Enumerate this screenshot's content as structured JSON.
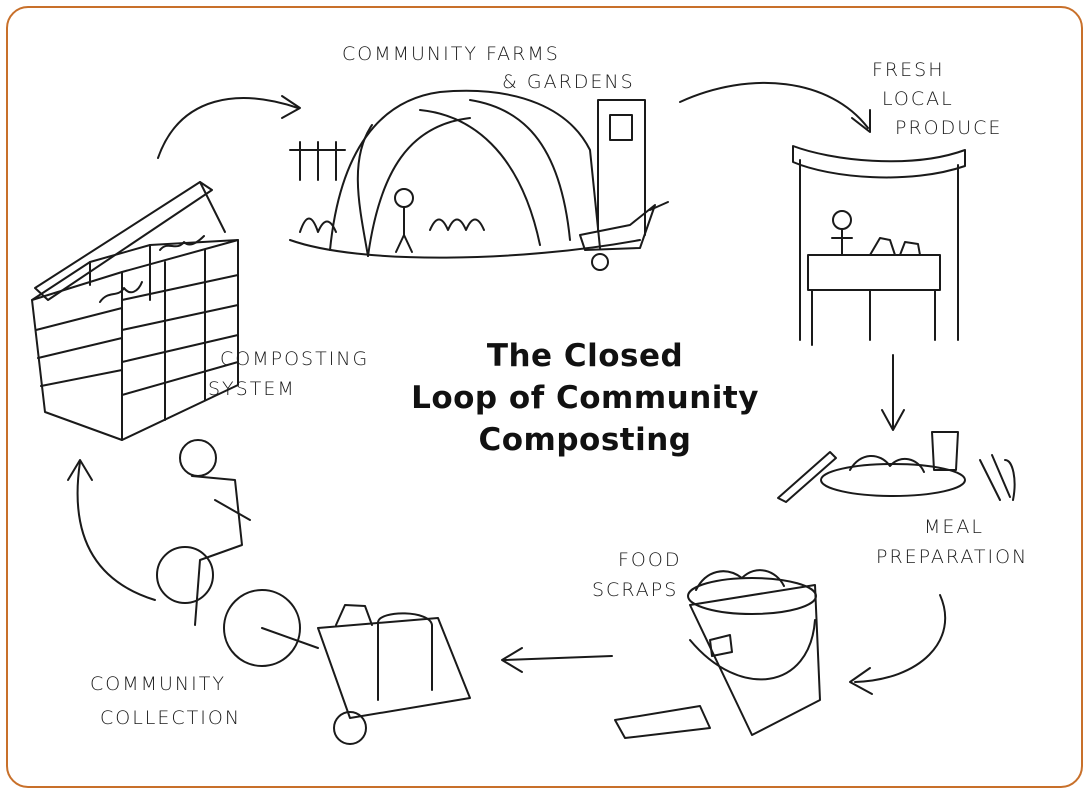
{
  "frame_color": "#c8702a",
  "title": {
    "line1": "The Closed",
    "line2": "Loop of Community",
    "line3": "Composting"
  },
  "stages": {
    "farms": {
      "line1": "COMMUNITY FARMS",
      "line2": "& GARDENS"
    },
    "produce": {
      "line1": "FRESH",
      "line2": "LOCAL",
      "line3": "PRODUCE"
    },
    "meal": {
      "line1": "MEAL",
      "line2": "PREPARATION"
    },
    "scraps": {
      "line1": "FOOD",
      "line2": "SCRAPS"
    },
    "collection": {
      "line1": "COMMUNITY",
      "line2": "COLLECTION"
    },
    "composting": {
      "line1": "COMPOSTING",
      "line2": "SYSTEM"
    }
  }
}
